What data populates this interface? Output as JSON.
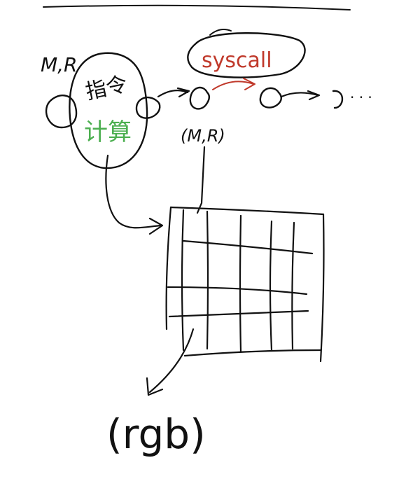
{
  "labels": {
    "state_left": "M,R",
    "fetch_text": "指令",
    "compute_text": "计算",
    "syscall_text": "syscall",
    "state_mid": "(M,R)",
    "ellipsis": "· · ·",
    "output_text": "(rgb)"
  },
  "colors": {
    "ink": "#111111",
    "syscall_red": "#c0392b",
    "compute_green": "#4caf50",
    "background": "#ffffff"
  },
  "grid": {
    "columns": 6,
    "rows": 4
  }
}
